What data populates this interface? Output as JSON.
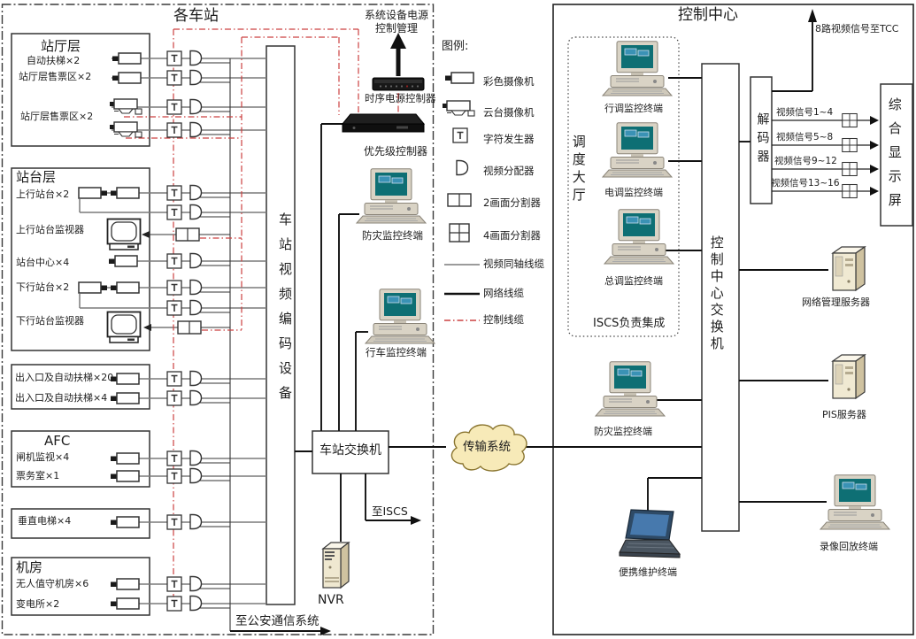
{
  "title_station": "各车站",
  "title_control": "控制中心",
  "boxes": {
    "hall": {
      "title": "站厅层",
      "item1": "自动扶梯×2",
      "item2": "站厅层售票区×2",
      "item3": "站厅层售票区×2"
    },
    "platform": {
      "title": "站台层",
      "item1": "上行站台×2",
      "item2": "上行站台监视器",
      "item3": "站台中心×4",
      "item4": "下行站台×2",
      "item5": "下行站台监视器"
    },
    "entrance": {
      "item1": "出入口及自动扶梯×20",
      "item2": "出入口及自动扶梯×4"
    },
    "afc": {
      "title": "AFC",
      "item1": "闸机监视×4",
      "item2": "票务室×1"
    },
    "elevator": {
      "item1": "垂直电梯×4"
    },
    "machine": {
      "title": "机房",
      "item1": "无人值守机房×6",
      "item2": "变电所×2"
    }
  },
  "middle": {
    "power_mgmt": "系统设备电源控制管理",
    "seq_power": "时序电源控制器",
    "priority": "优先级控制器",
    "encoder": "车站视频编码设备",
    "disaster": "防灾监控终端",
    "train": "行车监控终端",
    "switch": "车站交换机",
    "nvr": "NVR",
    "to_iscs": "至ISCS",
    "to_police": "至公安通信系统",
    "cloud": "传输系统"
  },
  "legend": {
    "title": "图例:",
    "camera": "彩色摄像机",
    "ptz": "云台摄像机",
    "chargen": "字符发生器",
    "distributor": "视频分配器",
    "split2": "2画面分割器",
    "split4": "4画面分割器",
    "coax": "视频同轴线缆",
    "network": "网络线缆",
    "control": "控制线缆"
  },
  "control": {
    "hall": "调度大厅",
    "iscs": "ISCS负责集成",
    "term1": "行调监控终端",
    "term2": "电调监控终端",
    "term3": "总调监控终端",
    "switch": "控制中心交换机",
    "decoder": "解码器",
    "tcc": "8路视频信号至TCC",
    "sig1": "视频信号1~4",
    "sig2": "视频信号5~8",
    "sig3": "视频信号9~12",
    "sig4": "视频信号13~16",
    "display": "综合显示屏",
    "net_server": "网络管理服务器",
    "pis": "PIS服务器",
    "disaster": "防灾监控终端",
    "maintain": "便携维护终端",
    "playback": "录像回放终端"
  },
  "colors": {
    "control_line": "#cc4040",
    "coax_line": "#7a7a7a",
    "network_line": "#111111",
    "cloud_fill": "#f7eab8",
    "screen_teal": "#0e6f74",
    "device_beige": "#d9d3c5"
  }
}
